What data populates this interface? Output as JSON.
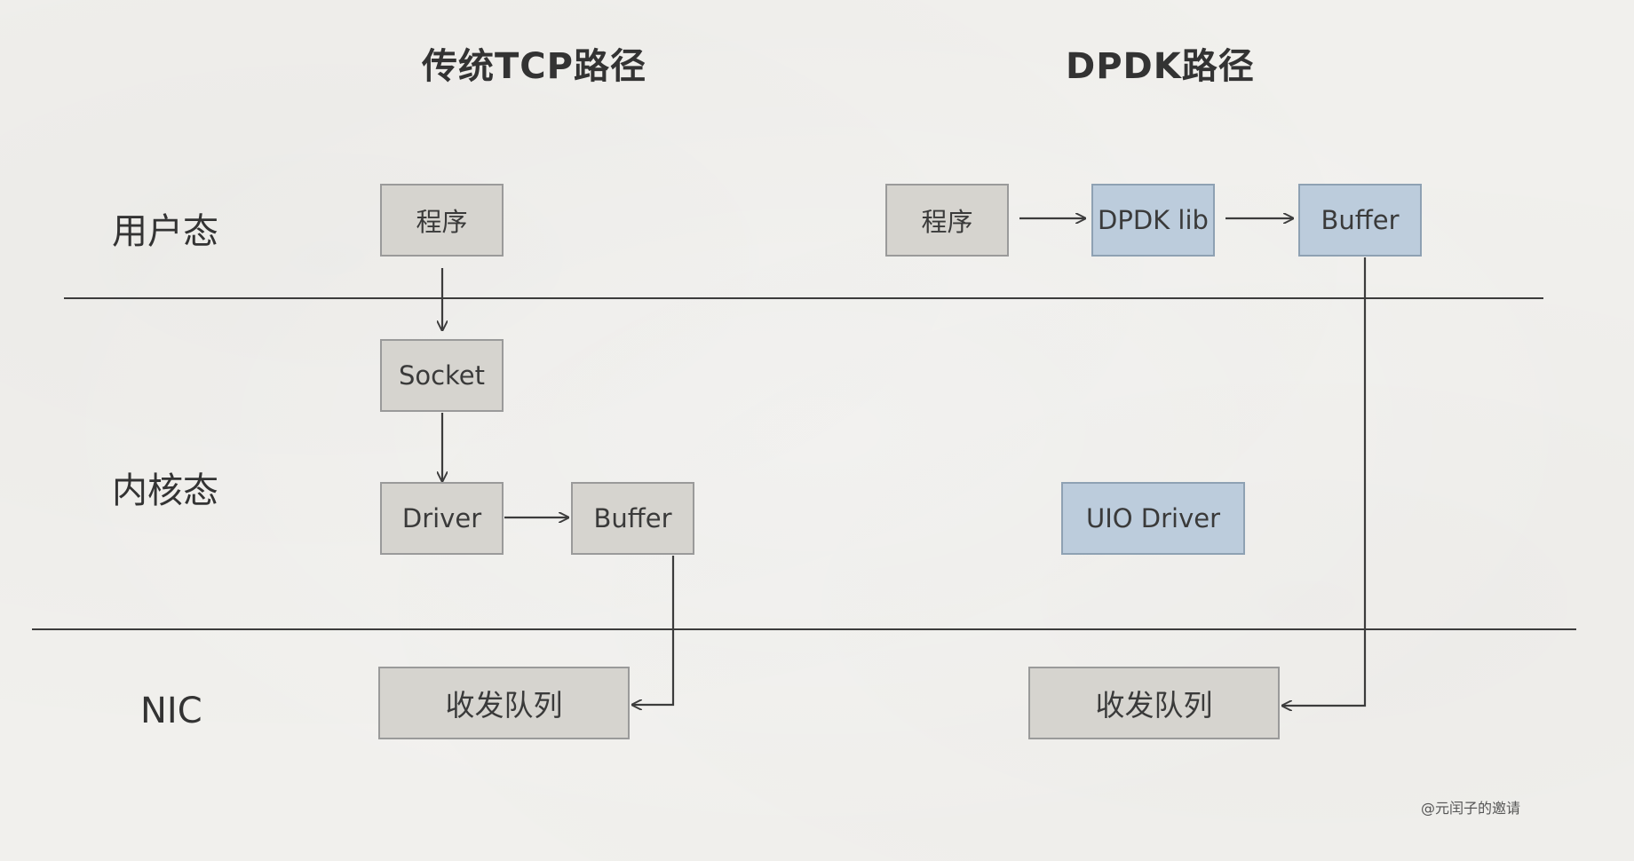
{
  "titles": {
    "tcp": "传统TCP路径",
    "dpdk": "DPDK路径"
  },
  "zones": {
    "user": "用户态",
    "kernel": "内核态",
    "nic": "NIC"
  },
  "tcp_path": {
    "program": "程序",
    "socket": "Socket",
    "driver": "Driver",
    "buffer": "Buffer",
    "queue": "收发队列"
  },
  "dpdk_path": {
    "program": "程序",
    "dpdk_lib": "DPDK lib",
    "buffer": "Buffer",
    "uio_driver": "UIO Driver",
    "queue": "收发队列"
  },
  "colors": {
    "gray_box": "#d6d4cf",
    "blue_box": "#bcccdc",
    "line": "#3c3c3c"
  },
  "watermark": "@元闰子的邀请"
}
